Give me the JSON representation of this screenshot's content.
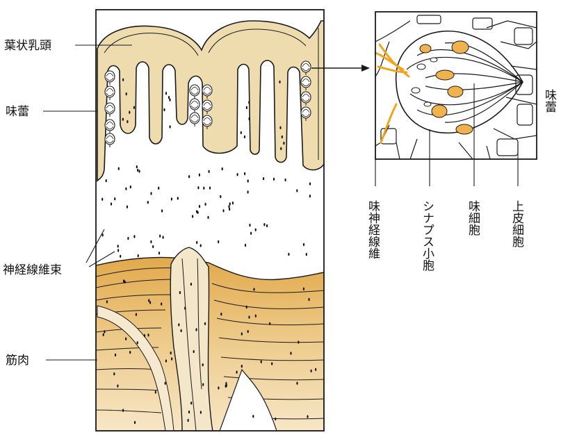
{
  "diagram": {
    "left_labels": {
      "foliate_papillae": "葉状乳頭",
      "taste_bud": "味蕾",
      "nerve_fiber_bundle": "神経線維束",
      "muscle": "筋肉"
    },
    "right_side_label": "味蕾",
    "inset_labels": {
      "gustatory_nerve_fiber": "味神経線維",
      "synaptic_vesicle": "シナプス小胞",
      "taste_cell": "味細胞",
      "epithelial_cell": "上皮細胞"
    },
    "colors": {
      "tissue_tan": "#f1dfb5",
      "papilla_fill": "#efdcae",
      "muscle_deep": "#e3ad52",
      "muscle_mid": "#ecc47f",
      "muscle_light": "#f5ddb0",
      "nerve_highlight": "#f3a41a",
      "outline": "#1a1a1a"
    }
  }
}
